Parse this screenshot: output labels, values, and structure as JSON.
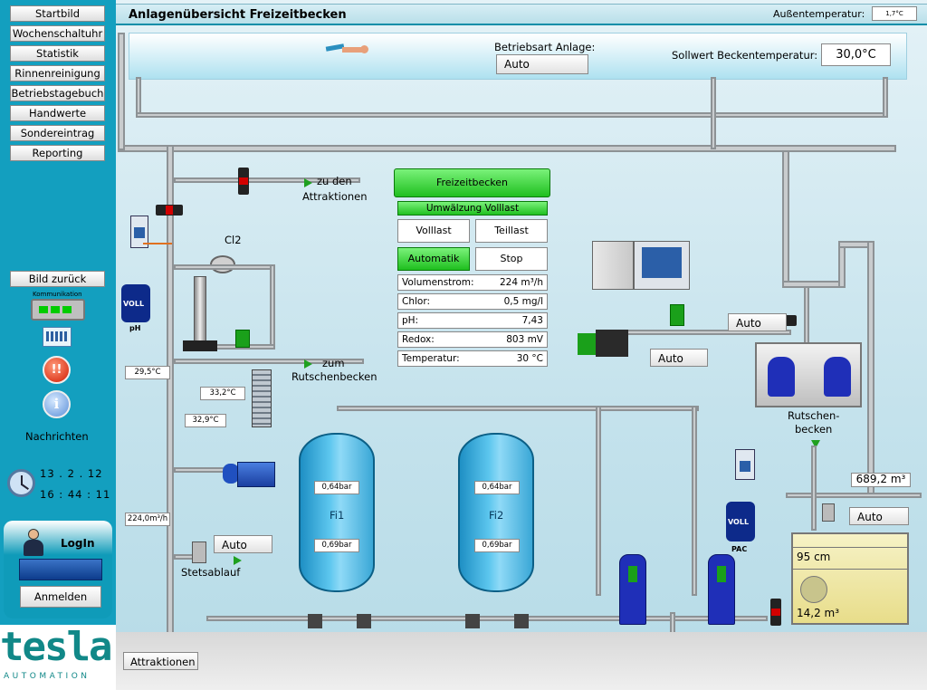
{
  "sidebar": {
    "nav": [
      "Startbild",
      "Wochenschaltuhr",
      "Statistik",
      "Rinnenreinigung",
      "Betriebstagebuch",
      "Handwerte",
      "Sondereintrag",
      "Reporting"
    ],
    "back": "Bild zurück",
    "komm": "Kommunikation",
    "alarm": "!!",
    "info": "i",
    "nachrichten": "Nachrichten",
    "date": "13 . 2 . 12",
    "time": "16 : 44 : 11",
    "login": "LogIn",
    "anmelden": "Anmelden",
    "logo": "tesla",
    "logo_sub": "AUTOMATION"
  },
  "header": {
    "title": "Anlagenübersicht Freizeitbecken",
    "aussen_label": "Außentemperatur:",
    "aussen_value": "1,7°C"
  },
  "pool": {
    "betriebsart_label": "Betriebsart Anlage:",
    "betriebsart_value": "Auto",
    "sollwert_label": "Sollwert Beckentemperatur:",
    "sollwert_value": "30,0°C"
  },
  "labels": {
    "zu_den": "zu den",
    "attraktionen": "Attraktionen",
    "cl2": "Cl2",
    "zum": "zum",
    "rutschenbecken": "Rutschenbecken",
    "voll": "VOLL",
    "ph": "pH",
    "pac": "PAC",
    "stetsablauf": "Stetsablauf",
    "rutschen1": "Rutschen-",
    "rutschen2": "becken",
    "fi1": "Fi1",
    "fi2": "Fi2"
  },
  "tags": {
    "t1": "29,5°C",
    "t2": "33,2°C",
    "t3": "32,9°C",
    "flow": "224,0m³/h",
    "fi1_top": "0,64bar",
    "fi1_bot": "0,69bar",
    "fi2_top": "0,64bar",
    "fi2_bot": "0,69bar"
  },
  "control": {
    "title": "Freizeitbecken",
    "status": "Umwälzung Volllast",
    "volllast": "Volllast",
    "teillast": "Teillast",
    "automatik": "Automatik",
    "stop": "Stop",
    "rows": [
      {
        "label": "Volumenstrom:",
        "value": "224 m³/h"
      },
      {
        "label": "Chlor:",
        "value": "0,5 mg/l"
      },
      {
        "label": "pH:",
        "value": "7,43"
      },
      {
        "label": "Redox:",
        "value": "803 mV"
      },
      {
        "label": "Temperatur:",
        "value": "30 °C"
      }
    ]
  },
  "auto": {
    "a1": "Auto",
    "a2": "Auto",
    "a3": "Auto",
    "a4": "Auto"
  },
  "storage": {
    "volume_top": "689,2 m³",
    "level": "95 cm",
    "volume_bot": "14,2 m³"
  },
  "footer": {
    "attraktionen": "Attraktionen"
  }
}
